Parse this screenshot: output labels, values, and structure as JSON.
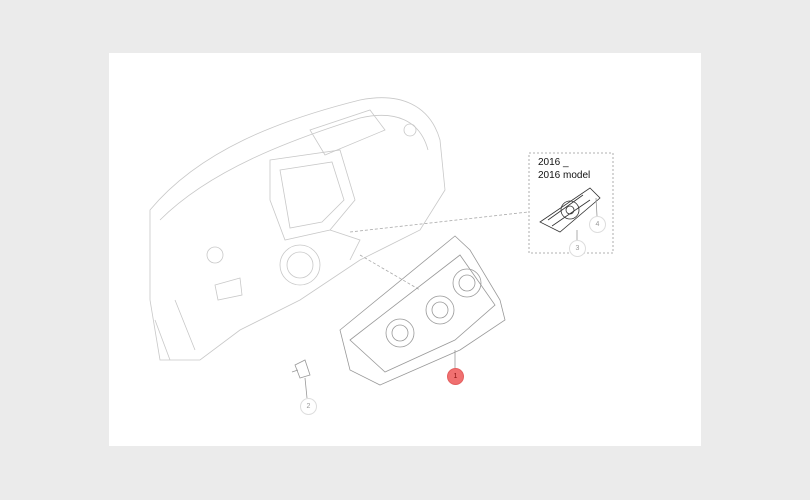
{
  "inset": {
    "line1": "2016 _",
    "line2": "2016 model"
  },
  "callouts": [
    {
      "label": "1",
      "highlighted": true
    },
    {
      "label": "2",
      "highlighted": false
    },
    {
      "label": "3",
      "highlighted": false
    },
    {
      "label": "4",
      "highlighted": false
    }
  ],
  "colors": {
    "background": "#ebebeb",
    "highlight": "#f07070",
    "line": "#b8b8b8"
  }
}
